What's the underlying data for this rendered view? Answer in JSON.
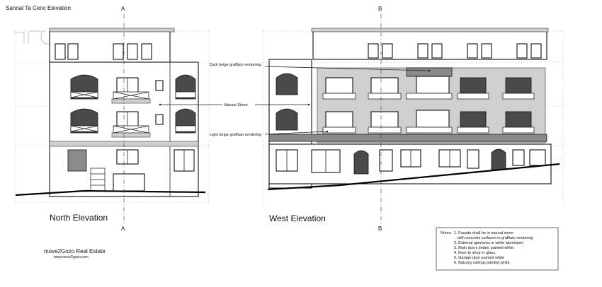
{
  "title": "Sannat Ta Cenc Elevation",
  "sections": {
    "a_top": "A",
    "a_bottom": "A",
    "b_top": "B",
    "b_bottom": "B"
  },
  "views": {
    "north_label": "North Elevation",
    "west_label": "West Elevation"
  },
  "callouts": {
    "dark_beige": "Dark beige graffiato rendering",
    "natural_stone": "Natural Stone",
    "light_beige": "Light beige graffiato rendering"
  },
  "notes": {
    "heading": "Notes:",
    "items": [
      "1. Facade shall be in natural stone",
      "with concrete surfaces in graffiato rendering",
      "2. External apertures in white aluminium",
      "3. Main doors timber painted white.",
      "4. Door to shop in glass.",
      "5. Garage door painted white",
      "6. Balcony railings painted white."
    ]
  },
  "brand": {
    "name": "move2Gozo Real Estate",
    "url": "www.move2gozo.com"
  },
  "colors": {
    "ink": "#111111",
    "dark_fill": "#4a4a4a",
    "mid_fill": "#8a8a8a",
    "light_fill": "#cfcfcf",
    "paper": "#ffffff"
  }
}
